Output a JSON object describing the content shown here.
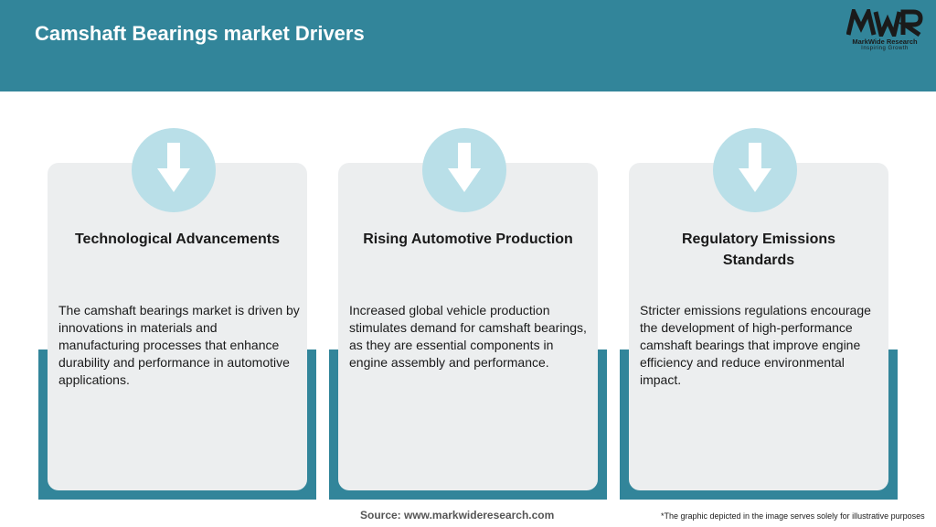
{
  "header": {
    "title": "Camshaft Bearings market Drivers",
    "background_color": "#32859a"
  },
  "logo": {
    "mark": "MWR",
    "name": "MarkWide Research",
    "tagline": "Inspiring Growth"
  },
  "cards": [
    {
      "icon": "arrow-down-icon",
      "title": "Technological Advancements",
      "text": "The camshaft bearings market is driven by innovations in materials and manufacturing processes that enhance durability and performance in automotive applications."
    },
    {
      "icon": "arrow-down-icon",
      "title": "Rising Automotive Production",
      "text": "Increased global vehicle production stimulates demand for camshaft bearings, as they are essential components in engine assembly and performance."
    },
    {
      "icon": "arrow-down-icon",
      "title": "Regulatory Emissions Standards",
      "text": "Stricter emissions regulations encourage the development of high-performance camshaft bearings that improve engine efficiency and reduce environmental impact."
    }
  ],
  "colors": {
    "accent": "#32859a",
    "circle": "#b9dfe8",
    "card": "#eceeef"
  },
  "footer": {
    "source": "Source: www.markwideresearch.com",
    "disclaimer": "*The graphic depicted in the image serves solely for illustrative purposes"
  }
}
